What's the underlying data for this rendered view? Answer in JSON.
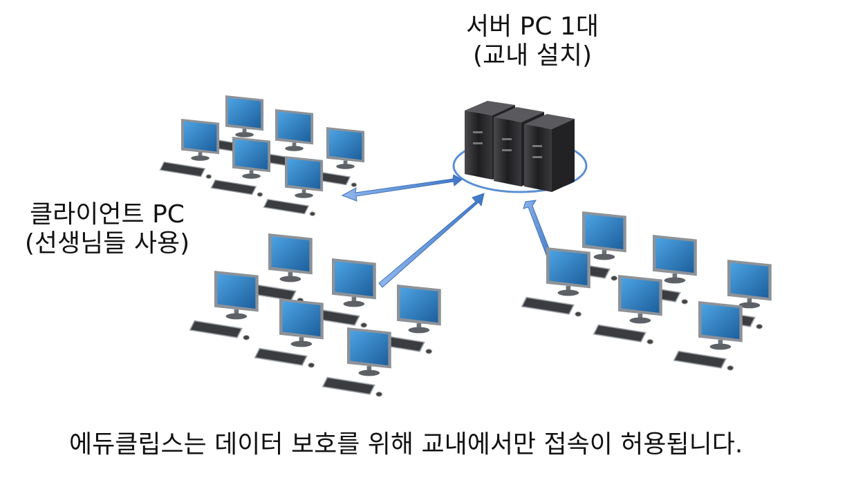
{
  "server": {
    "title": "서버 PC 1대",
    "subtitle": "(교내 설치)"
  },
  "clients": {
    "title": "클라이언트 PC",
    "subtitle": "(선생님들 사용)"
  },
  "footer": {
    "note": "에듀클립스는 데이터 보호를 위해 교내에서만 접속이 허용됩니다."
  },
  "colors": {
    "screen": "#2f86c9",
    "screen_dark": "#1b5f98",
    "bezel": "#8d9298",
    "server_body": "#2b2b2d",
    "arrow": "#5b90d8",
    "ring": "#5a8fd0"
  }
}
